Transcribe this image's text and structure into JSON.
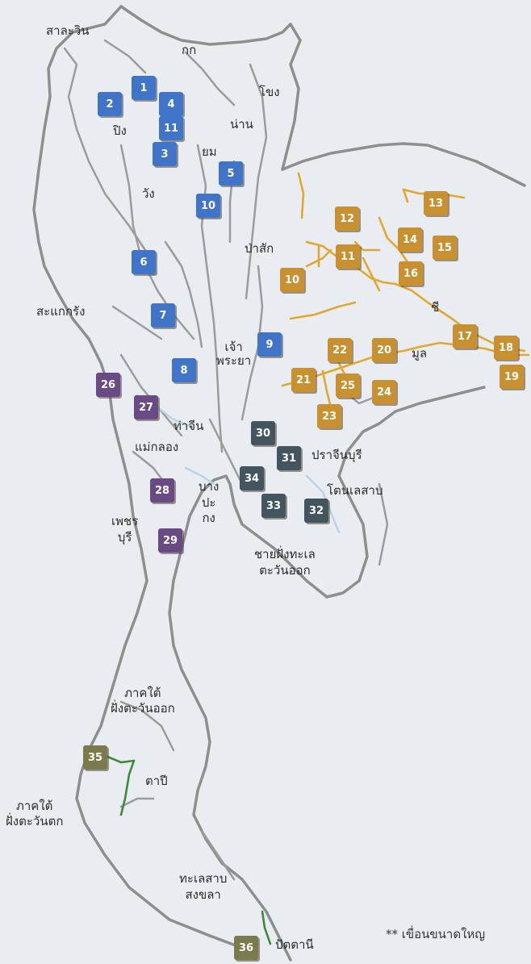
{
  "map": {
    "basins": [
      {
        "number": "1",
        "group": "blue"
      },
      {
        "number": "2",
        "group": "blue"
      },
      {
        "number": "4",
        "group": "blue"
      },
      {
        "number": "11",
        "group": "blue"
      },
      {
        "number": "3",
        "group": "blue"
      },
      {
        "number": "5",
        "group": "blue"
      },
      {
        "number": "10",
        "group": "blue"
      },
      {
        "number": "6",
        "group": "blue"
      },
      {
        "number": "7",
        "group": "blue"
      },
      {
        "number": "8",
        "group": "blue"
      },
      {
        "number": "9",
        "group": "blue"
      },
      {
        "number": "13",
        "group": "orange"
      },
      {
        "number": "12",
        "group": "orange"
      },
      {
        "number": "14",
        "group": "orange"
      },
      {
        "number": "15",
        "group": "orange"
      },
      {
        "number": "11",
        "group": "orange"
      },
      {
        "number": "16",
        "group": "orange"
      },
      {
        "number": "10",
        "group": "orange"
      },
      {
        "number": "17",
        "group": "orange"
      },
      {
        "number": "18",
        "group": "orange"
      },
      {
        "number": "19",
        "group": "orange"
      },
      {
        "number": "22",
        "group": "orange"
      },
      {
        "number": "20",
        "group": "orange"
      },
      {
        "number": "21",
        "group": "orange"
      },
      {
        "number": "25",
        "group": "orange"
      },
      {
        "number": "24",
        "group": "orange"
      },
      {
        "number": "23",
        "group": "orange"
      },
      {
        "number": "26",
        "group": "purple"
      },
      {
        "number": "27",
        "group": "purple"
      },
      {
        "number": "28",
        "group": "purple"
      },
      {
        "number": "29",
        "group": "purple"
      },
      {
        "number": "30",
        "group": "slate"
      },
      {
        "number": "31",
        "group": "slate"
      },
      {
        "number": "34",
        "group": "slate"
      },
      {
        "number": "33",
        "group": "slate"
      },
      {
        "number": "32",
        "group": "slate"
      },
      {
        "number": "35",
        "group": "olive"
      },
      {
        "number": "36",
        "group": "olive"
      }
    ],
    "labels": {
      "salween": "สาละวิน",
      "kok": "กก",
      "khong": "โขง",
      "ping": "ปิง",
      "yom": "ยม",
      "nan": "น่าน",
      "wang": "วัง",
      "pasak": "ป่าสัก",
      "chi": "ชี",
      "sakaekrang": "สะแกกรัง",
      "chaophraya": "เจ้า\nพระยา",
      "mun": "มูล",
      "thachin": "ท่าจีน",
      "maeklong": "แม่กลอง",
      "prachinburi": "ปราจีนบุรี",
      "bangpakong": "บาง\nปะ\nกง",
      "tonlesap": "โตนเลสาบ",
      "phetchaburi": "เพชร\nบุรี",
      "eastcoast": "ชายฝั่งทะเล\nตะวันออก",
      "southeast": "ภาคใต้\nฝั่งตะวันออก",
      "tapi": "ตาปี",
      "southwest": "ภาคใต้\nฝั่งตะวันตก",
      "songkhla": "ทะเลสาบ\nสงขลา",
      "pattani": "ปัตตานี"
    },
    "footnote": "** เขื่อนขนาดใหญ"
  },
  "colors": {
    "blue": "#3f74c9",
    "orange": "#c9902f",
    "purple": "#6a4a85",
    "slate": "#43565f",
    "olive": "#7b7a4c",
    "border": "#8e8e8e",
    "river_orange": "#e0a82f",
    "river_green": "#3e8a3a"
  }
}
